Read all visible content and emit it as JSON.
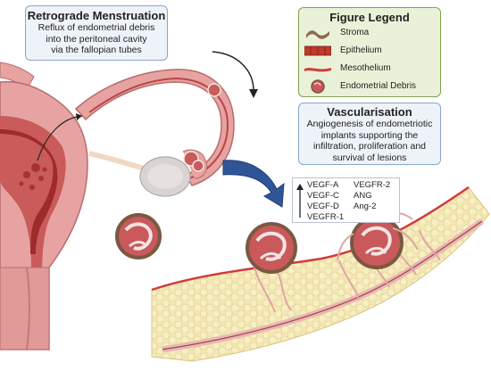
{
  "retrograde": {
    "title": "Retrograde Menstruation",
    "lines": [
      "Reflux of endometrial debris",
      "into the peritoneal cavity",
      "via the fallopian tubes"
    ]
  },
  "legend": {
    "title": "Figure Legend",
    "items": [
      {
        "label": "Stroma",
        "icon": "stroma-icon"
      },
      {
        "label": "Epithelium",
        "icon": "epithelium-icon"
      },
      {
        "label": "Mesothelium",
        "icon": "mesothelium-icon"
      },
      {
        "label": "Endometrial Debris",
        "icon": "endometrial-debris-icon"
      }
    ]
  },
  "vascularisation": {
    "title": "Vascularisation",
    "lines": [
      "Angiogenesis of endometriotic",
      "implants supporting the",
      "infiltration, proliferation and",
      "survival of lesions"
    ]
  },
  "factors": {
    "left": [
      "VEGF-A",
      "VEGF-C",
      "VEGF-D",
      "VEGFR-1"
    ],
    "right": [
      "VEGFR-2",
      "ANG",
      "Ang-2"
    ],
    "arrow": "up-arrow-icon"
  },
  "colors": {
    "uterus_pink": "#e7a3a1",
    "endometrium_red": "#b83a3a",
    "stroma_brown": "#8b6a52",
    "fat_yellow": "#f3e7b3",
    "vessel_pink": "#e8b8b6",
    "arrow_blue": "#2f5597",
    "retro_border": "#8aa6c8",
    "legend_border": "#7fa24a"
  }
}
